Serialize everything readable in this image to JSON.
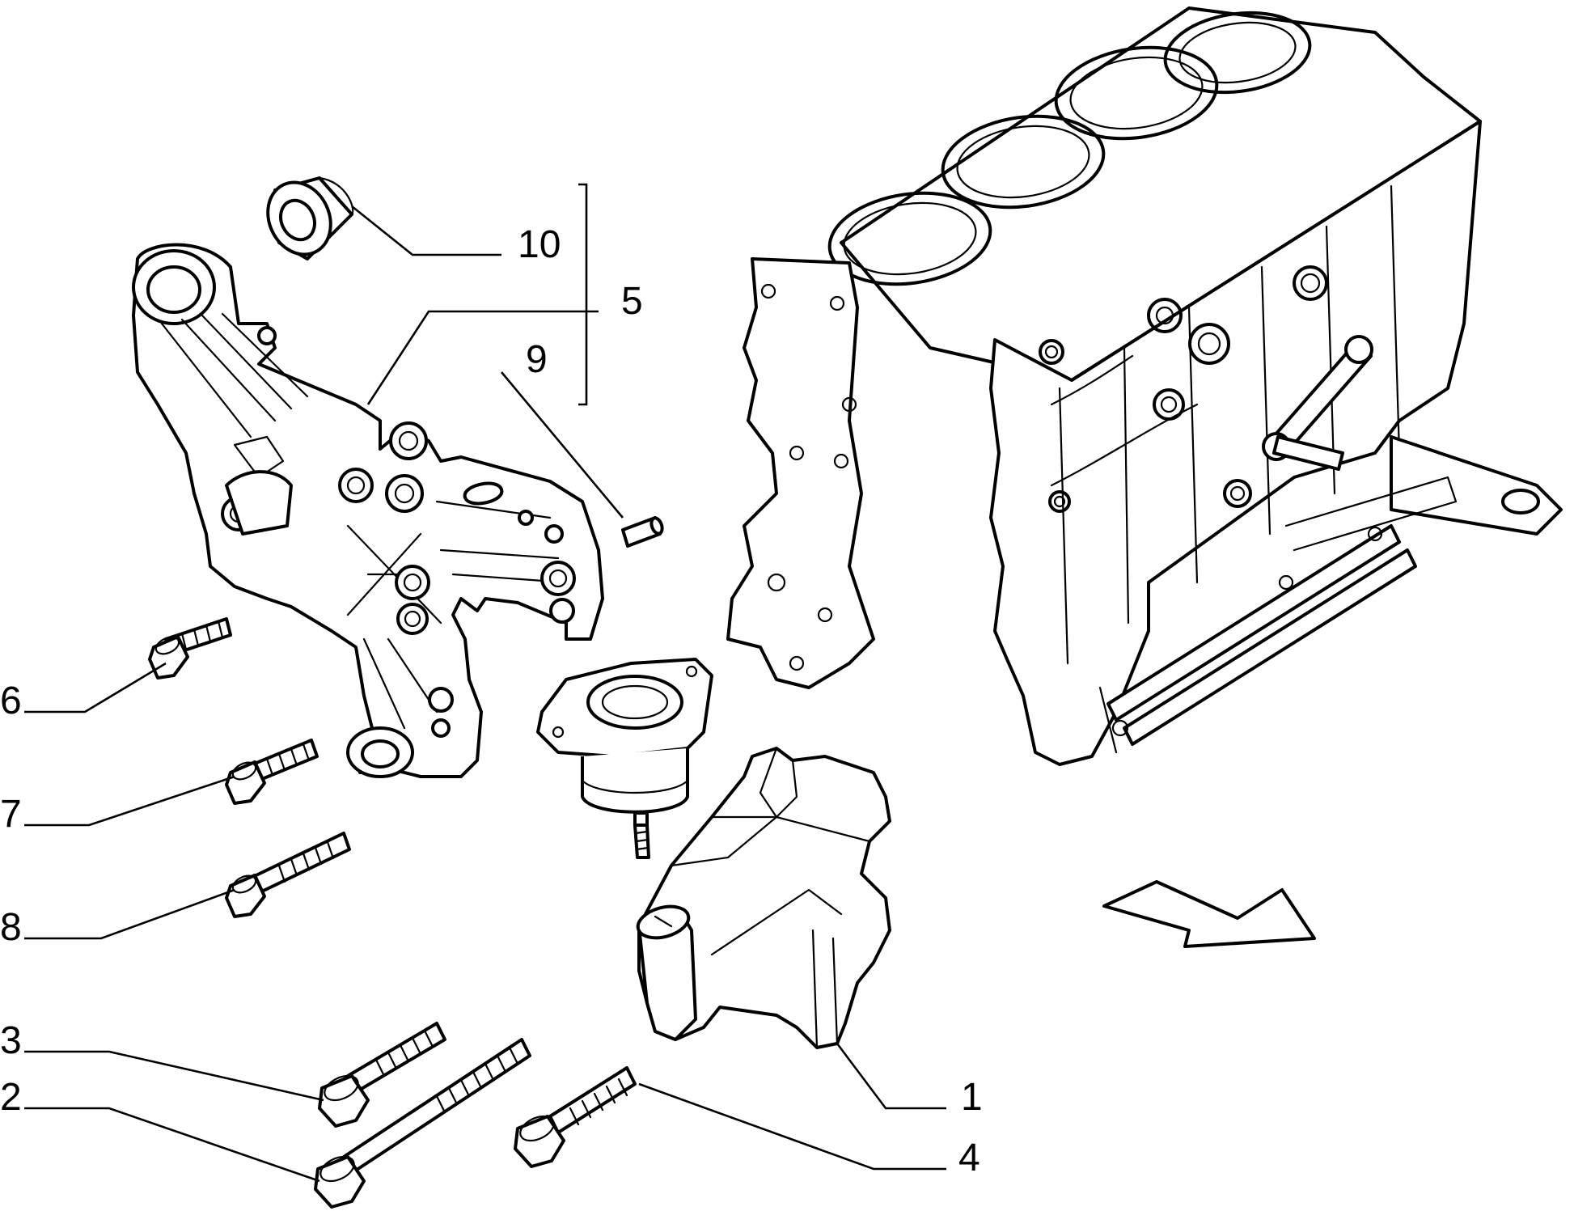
{
  "callouts": {
    "c1": "1",
    "c2": "2",
    "c3": "3",
    "c4": "4",
    "c5": "5",
    "c6": "6",
    "c7": "7",
    "c8": "8",
    "c9": "9",
    "c10": "10"
  },
  "icons": {
    "direction_arrow": "arrow-right-icon"
  },
  "colors": {
    "ink": "#000000",
    "paper": "#ffffff"
  }
}
